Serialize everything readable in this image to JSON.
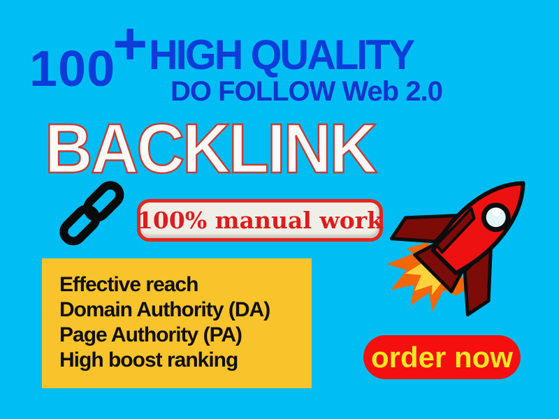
{
  "banner": {
    "background_color": "#00bef3",
    "headline": {
      "count": "100",
      "plus": "+",
      "title": "HIGH QUALITY",
      "subtitle": "DO FOLLOW Web 2.0",
      "big_word": "BACKLINK",
      "blue_color": "#0c3cda",
      "big_word_fill": "#f8fbf8",
      "big_word_outline": "#cd3a31"
    },
    "badge": {
      "label": "100% manual work",
      "text_color": "#dc1d1d",
      "background": "#f0efe7",
      "border_color": "#e8241c"
    },
    "icons": {
      "chain": "chain-link-icon",
      "rocket": "rocket-illustration",
      "rocket_body_color": "#ee1111",
      "rocket_fin_color": "#7d0b08",
      "flame_outer_color": "#f4660a",
      "flame_inner_color": "#ffd23e"
    },
    "features": {
      "background": "#f9c32c",
      "items": [
        "Effective reach",
        "Domain Authority (DA)",
        "Page Authority (PA)",
        "High boost ranking"
      ]
    },
    "cta": {
      "label": "order now",
      "background": "#f50f0f",
      "text_color": "#f2e722"
    }
  }
}
